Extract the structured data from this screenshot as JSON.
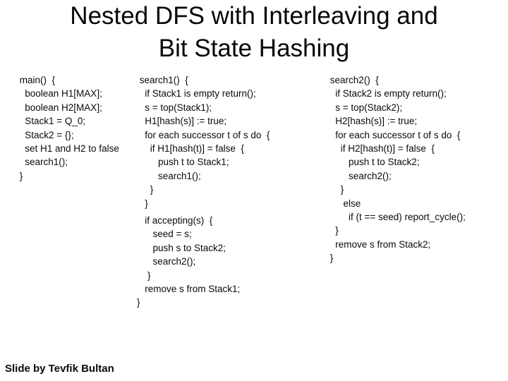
{
  "slide": {
    "background_color": "#ffffff",
    "text_color": "#000000"
  },
  "title": {
    "line1": "Nested DFS with Interleaving and",
    "line2": "Bit State Hashing"
  },
  "code": {
    "main": " main()  {\n   boolean H1[MAX];\n   boolean H2[MAX];\n   Stack1 = Q_0;\n   Stack2 = {};\n   set H1 and H2 to false\n   search1();\n }",
    "search1_upper": " search1()  {\n   if Stack1 is empty return();\n   s = top(Stack1);\n   H1[hash(s)] := true;\n   for each successor t of s do  {\n     if H1[hash(t)] = false  {\n        push t to Stack1;\n        search1();\n     }\n   }",
    "search1_lower": "   if accepting(s)  {\n      seed = s;\n      push s to Stack2;\n      search2();\n    }\n   remove s from Stack1;\n}",
    "search2": " search2()  {\n   if Stack2 is empty return();\n   s = top(Stack2);\n   H2[hash(s)] := true;\n   for each successor t of s do  {\n     if H2[hash(t)] = false  {\n        push t to Stack2;\n        search2();\n     }\n      else\n        if (t == seed) report_cycle();\n   }\n   remove s from Stack2;\n }"
  },
  "footer": {
    "credit": "Slide by Tevfik Bultan"
  }
}
